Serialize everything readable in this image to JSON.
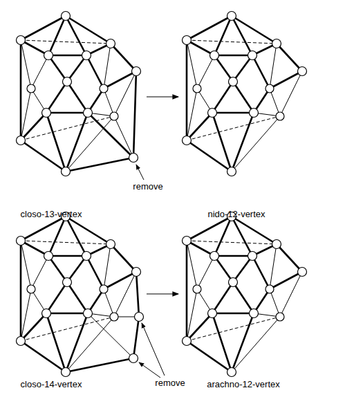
{
  "diagram": {
    "labels": [
      "remove",
      "closo-13-vertex",
      "nido-12-vertex",
      "remove",
      "closo-14-vertex",
      "arachno-12-vertex"
    ]
  }
}
